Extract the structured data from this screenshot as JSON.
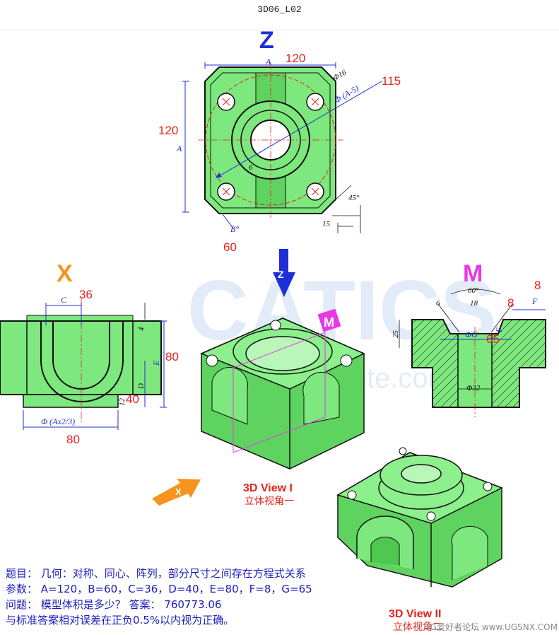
{
  "header": {
    "title": "3D06_L02"
  },
  "view_z": {
    "label": "Z",
    "dims": {
      "top": "120",
      "left": "120",
      "diag": "115",
      "bottom": "60"
    },
    "annotations": {
      "A_top": "A",
      "A_left": "A",
      "phi16": "Φ16",
      "phiA5": "Φ (A-5)",
      "six": "6",
      "angle45": "45°",
      "fifteen": "15",
      "Bdeg": "B°"
    }
  },
  "view_x": {
    "label": "X",
    "dims": {
      "c": "36",
      "e": "80",
      "d": "40",
      "bottom": "80"
    },
    "annotations": {
      "C": "C",
      "four": "4",
      "E": "E",
      "D": "D",
      "twelve": "12",
      "phi": "Φ (Ax2/3)"
    }
  },
  "view_m": {
    "label": "M",
    "dims": {
      "f_outer": "8",
      "f": "8",
      "g": "65"
    },
    "annotations": {
      "sixty": "60°",
      "six": "6",
      "eighteen": "18",
      "F_right": "F",
      "F_in": "F",
      "twentyfive": "25",
      "phiG": "ΦG",
      "phi32": "Φ32"
    }
  },
  "iso": {
    "z_arrow": "Z",
    "m_tag": "M",
    "x_arrow": "X",
    "view1_title": "3D View I",
    "view1_sub": "立体视角一",
    "view2_title": "3D View II",
    "view2_sub": "立体视角二",
    "watermark_bg": "CATICS",
    "watermark_bg2": "www.caticsuite.com",
    "watermark": "UG爱好者论坛 www.UGSNX.COM"
  },
  "problem": {
    "line1": "题目：  几何：对称、同心、阵列，部分尺寸之间存在方程式关系",
    "line2": "参数：  A=120，B=60，C=36，D=40，E=80，F=8，G=65",
    "line3": "问题：  模型体积是多少？   答案：  760773.06",
    "line4": "与标准答案相对误差在正负0.5%以内视为正确。"
  },
  "colors": {
    "part": "#7de87d",
    "part_dark": "#4fc84f",
    "dim_blue": "#1f2fd6",
    "red": "#e8231d",
    "magenta": "#e838e8",
    "orange": "#f7941d"
  }
}
